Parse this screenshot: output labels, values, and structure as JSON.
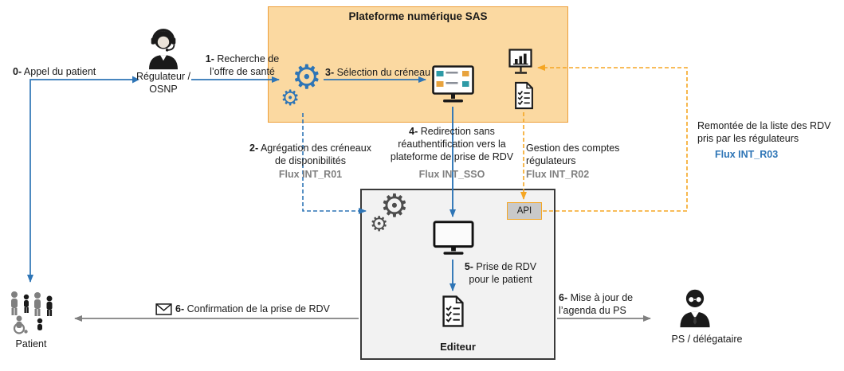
{
  "platform": {
    "title": "Plateforme numérique SAS"
  },
  "actors": {
    "regulateur_line1": "Régulateur /",
    "regulateur_line2": "OSNP",
    "patient": "Patient",
    "ps": "PS / délégataire"
  },
  "editor": {
    "label": "Editeur",
    "api": "API"
  },
  "steps": {
    "s0_num": "0-",
    "s0_text": " Appel du patient",
    "s1_num": "1-",
    "s1_text": " Recherche de l’offre de santé",
    "s2_num": "2-",
    "s2_text": " Agrégation des créneaux de disponibilités",
    "s3_num": "3-",
    "s3_text": " Sélection du créneau",
    "s4_num": "4-",
    "s4_text": " Redirection sans réauthentification vers la plateforme de prise de RDV",
    "s5_num": "5-",
    "s5_text": " Prise de RDV pour le patient",
    "s6a_num": "6-",
    "s6a_text": " Confirmation de la prise de RDV",
    "s6b_num": "6-",
    "s6b_text": " Mise à jour de l’agenda du PS",
    "gestion": "Gestion des comptes régulateurs",
    "remontee": "Remontée de la liste des RDV pris par les régulateurs"
  },
  "flux": {
    "r01": "Flux INT_R01",
    "sso": "Flux INT_SSO",
    "r02": "Flux INT_R02",
    "r03": "Flux INT_R03"
  },
  "icons": {
    "gear": "⚙"
  },
  "colors": {
    "platform_fill": "#FBD9A1",
    "platform_border": "#ED9F3A",
    "blue": "#2E75B6",
    "orange": "#F5A623",
    "gray_arrow": "#808080",
    "flux_gray": "#7F7F7F",
    "editor_fill": "#F2F2F2"
  }
}
